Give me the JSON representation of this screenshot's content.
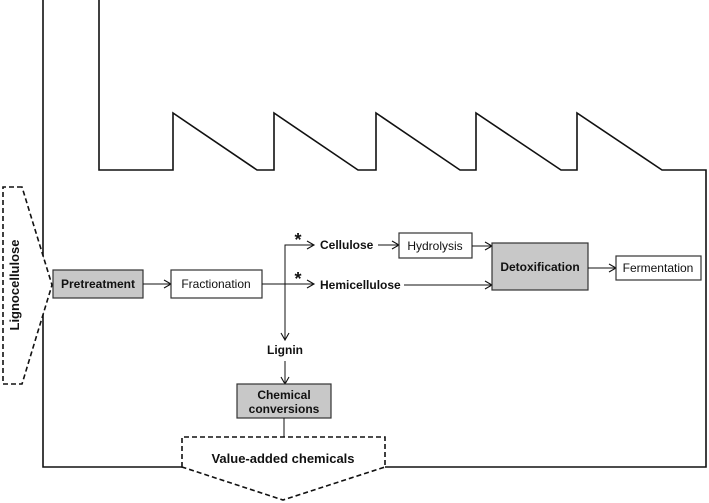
{
  "colors": {
    "process_box_fill": "#c8c8c8",
    "line": "#111111",
    "white_box_fill": "#ffffff"
  },
  "input": {
    "label": "Lignocellulose"
  },
  "output": {
    "label": "Value-added chemicals"
  },
  "steps": {
    "pretreatment": "Pretreatment",
    "fractionation": "Fractionation",
    "cellulose": "Cellulose",
    "hemicellulose": "Hemicellulose",
    "lignin": "Lignin",
    "hydrolysis": "Hydrolysis",
    "detoxification": "Detoxification",
    "fermentation": "Fermentation",
    "chemical_conversions_line1": "Chemical",
    "chemical_conversions_line2": "conversions"
  },
  "markers": {
    "asterisk": "*"
  }
}
